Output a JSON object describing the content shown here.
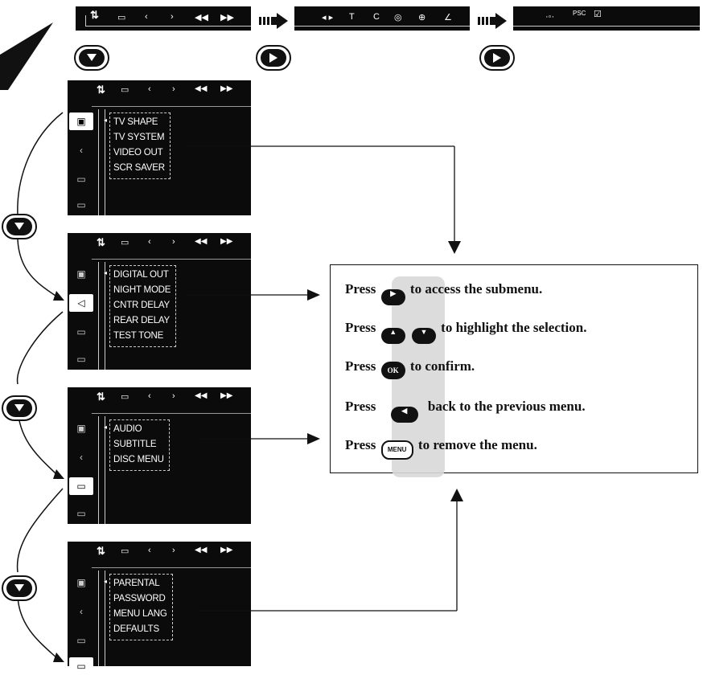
{
  "info_box": {
    "rows": [
      {
        "press": "Press",
        "text": "to access the submenu."
      },
      {
        "press": "Press",
        "text": "to highlight the selection."
      },
      {
        "press": "Press",
        "text": "to confirm."
      },
      {
        "press": "Press",
        "text": "back to the previous menu."
      },
      {
        "press": "Press",
        "text": "to remove the menu."
      }
    ],
    "ok_label": "OK",
    "menu_label": "MENU"
  },
  "top_row": {
    "bar3_text": "PSC"
  },
  "menus": {
    "video": [
      "TV SHAPE",
      "TV SYSTEM",
      "VIDEO OUT",
      "SCR SAVER"
    ],
    "audio": [
      "DIGITAL OUT",
      "NIGHT MODE",
      "CNTR DELAY",
      "REAR DELAY",
      "TEST TONE"
    ],
    "language": [
      "AUDIO",
      "SUBTITLE",
      "DISC MENU"
    ],
    "preference": [
      "PARENTAL",
      "PASSWORD",
      "MENU LANG",
      "DEFAULTS"
    ]
  },
  "icons": {
    "setup": "setup-icon",
    "down": "down-arrow-icon",
    "right": "right-arrow-icon"
  },
  "colors": {
    "panel": "#0b0b0b",
    "text": "#111111"
  }
}
